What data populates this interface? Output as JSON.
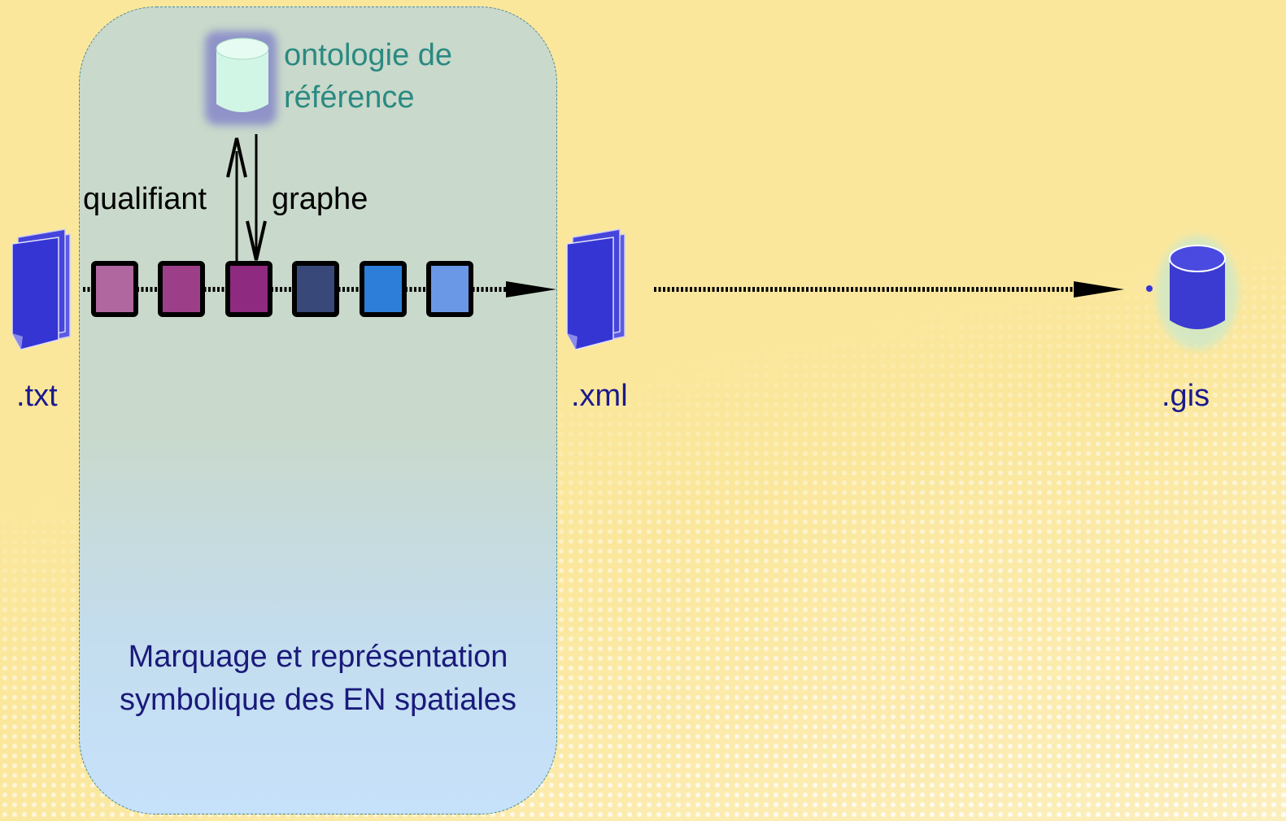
{
  "diagram": {
    "source_label": ".txt",
    "intermediate_label": ".xml",
    "target_label": ".gis",
    "ontology_label_line1": "ontologie de",
    "ontology_label_line2": "référence",
    "left_arrow_label": "qualifiant",
    "right_arrow_label": "graphe",
    "panel_caption_line1": "Marquage et représentation",
    "panel_caption_line2": "symbolique des EN spatiales",
    "stage_colors": [
      "#b0679f",
      "#9d3f88",
      "#8e2a80",
      "#384878",
      "#2d7ed8",
      "#6b98e6"
    ],
    "colors": {
      "background": "#fbe79c",
      "panel": "#c9d9cb",
      "document_icon": "#3535d4",
      "ontology_db": "#d2f6e6",
      "gis_db": "#3b3bd2"
    }
  }
}
